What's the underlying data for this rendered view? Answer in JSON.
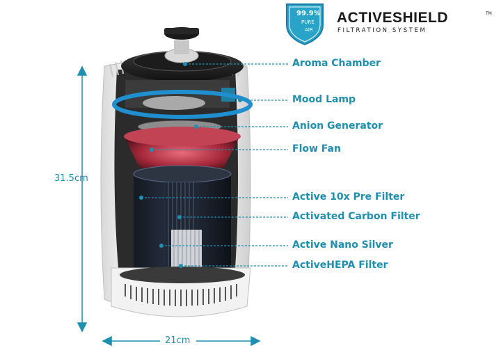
{
  "brand": {
    "name": "ACTIVESHIELD",
    "trademark": "TM",
    "subtitle": "FILTRATION SYSTEM",
    "badge": {
      "percent": "99.9%",
      "line1": "PURE",
      "line2": "AIR"
    }
  },
  "colors": {
    "accent": "#1f8fb0",
    "shield": "#2aa3c8",
    "fan": "#b0303a"
  },
  "components": [
    {
      "label": "Aroma Chamber"
    },
    {
      "label": "Mood Lamp"
    },
    {
      "label": "Anion Generator"
    },
    {
      "label": "Flow Fan"
    },
    {
      "label": "Active 10x Pre Filter"
    },
    {
      "label": "Activated Carbon Filter"
    },
    {
      "label": "Active Nano Silver"
    },
    {
      "label": "ActiveHEPA  Filter"
    }
  ],
  "dimensions": {
    "height": "31.5cm",
    "width": "21cm"
  }
}
